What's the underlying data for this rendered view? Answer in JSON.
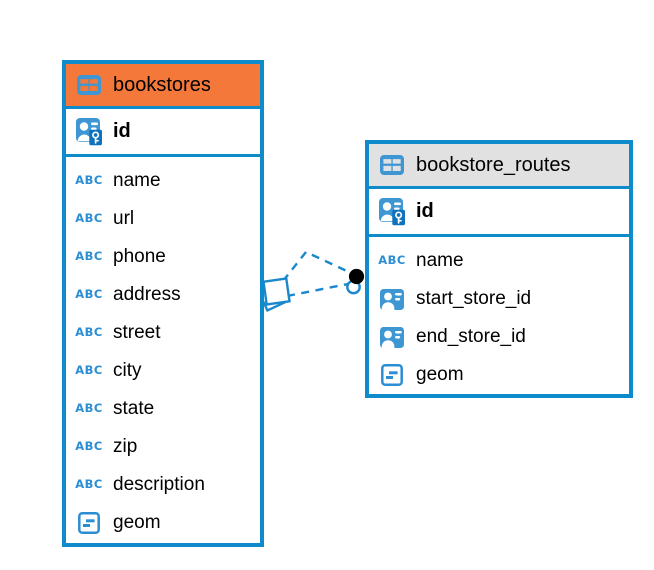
{
  "colors": {
    "table_border_blue": "#0d8bcb",
    "icon_blue": "#3e97d3",
    "abc_blue": "#2c8ed2",
    "key_box_blue": "#0f72bd",
    "bookstores_header": "#f4783a",
    "bookstore_routes_header": "#e1e1e1",
    "relation_line_blue": "#1b88cb",
    "relation_dot_black": "#000000"
  },
  "icons": {
    "abc_glyph": "ABC"
  },
  "tables": {
    "bookstores": {
      "title": "bookstores",
      "primary_key": "id",
      "fields": [
        "name",
        "url",
        "phone",
        "address",
        "street",
        "city",
        "state",
        "zip",
        "description",
        "geom"
      ]
    },
    "bookstore_routes": {
      "title": "bookstore_routes",
      "primary_key": "id",
      "fields": [
        "name",
        "start_store_id",
        "end_store_id",
        "geom"
      ]
    }
  },
  "relation": {
    "from": "bookstores",
    "to": "bookstore_routes",
    "line_style": "dashed"
  }
}
